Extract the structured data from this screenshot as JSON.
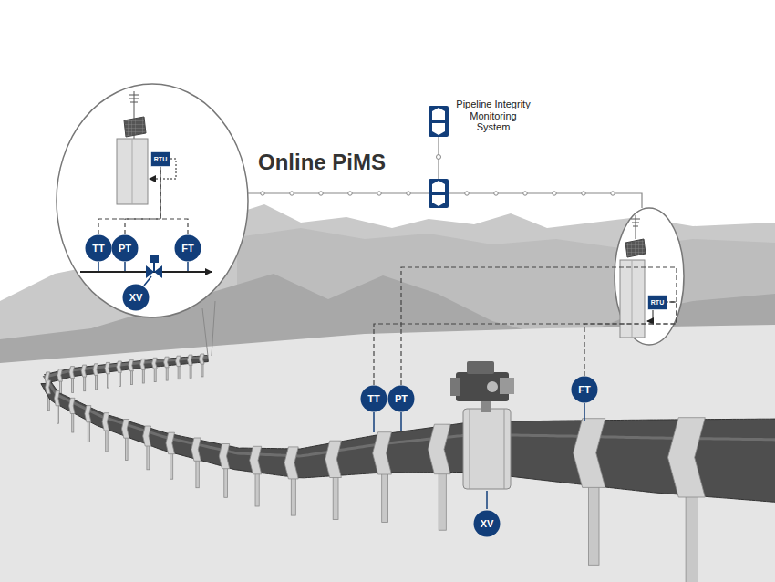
{
  "diagram": {
    "title": "Online PiMS",
    "nodes": [
      {
        "text": [
          "RTU"
        ]
      },
      {
        "text": [
          "TT"
        ]
      },
      {
        "text": [
          "PT"
        ]
      },
      {
        "text": [
          "XV"
        ]
      },
      {
        "text": [
          "FT"
        ]
      },
      {
        "text": [
          "Pipeline Integrity Monitoring System"
        ]
      },
      {
        "text": [
          "RTU"
        ]
      },
      {
        "text": [
          "TT"
        ]
      },
      {
        "text": [
          "PT"
        ]
      },
      {
        "text": [
          "FT"
        ]
      },
      {
        "text": [
          "XV"
        ]
      }
    ],
    "edges": [
      {
        "from": 1,
        "to": 0,
        "arrow": "none"
      },
      {
        "from": 2,
        "to": 0,
        "arrow": "none"
      },
      {
        "from": 4,
        "to": 0,
        "arrow": "none"
      },
      {
        "from": 7,
        "to": 6,
        "arrow": "none"
      },
      {
        "from": 8,
        "to": 6,
        "arrow": "none"
      },
      {
        "from": 9,
        "to": 6,
        "arrow": "none"
      }
    ]
  }
}
